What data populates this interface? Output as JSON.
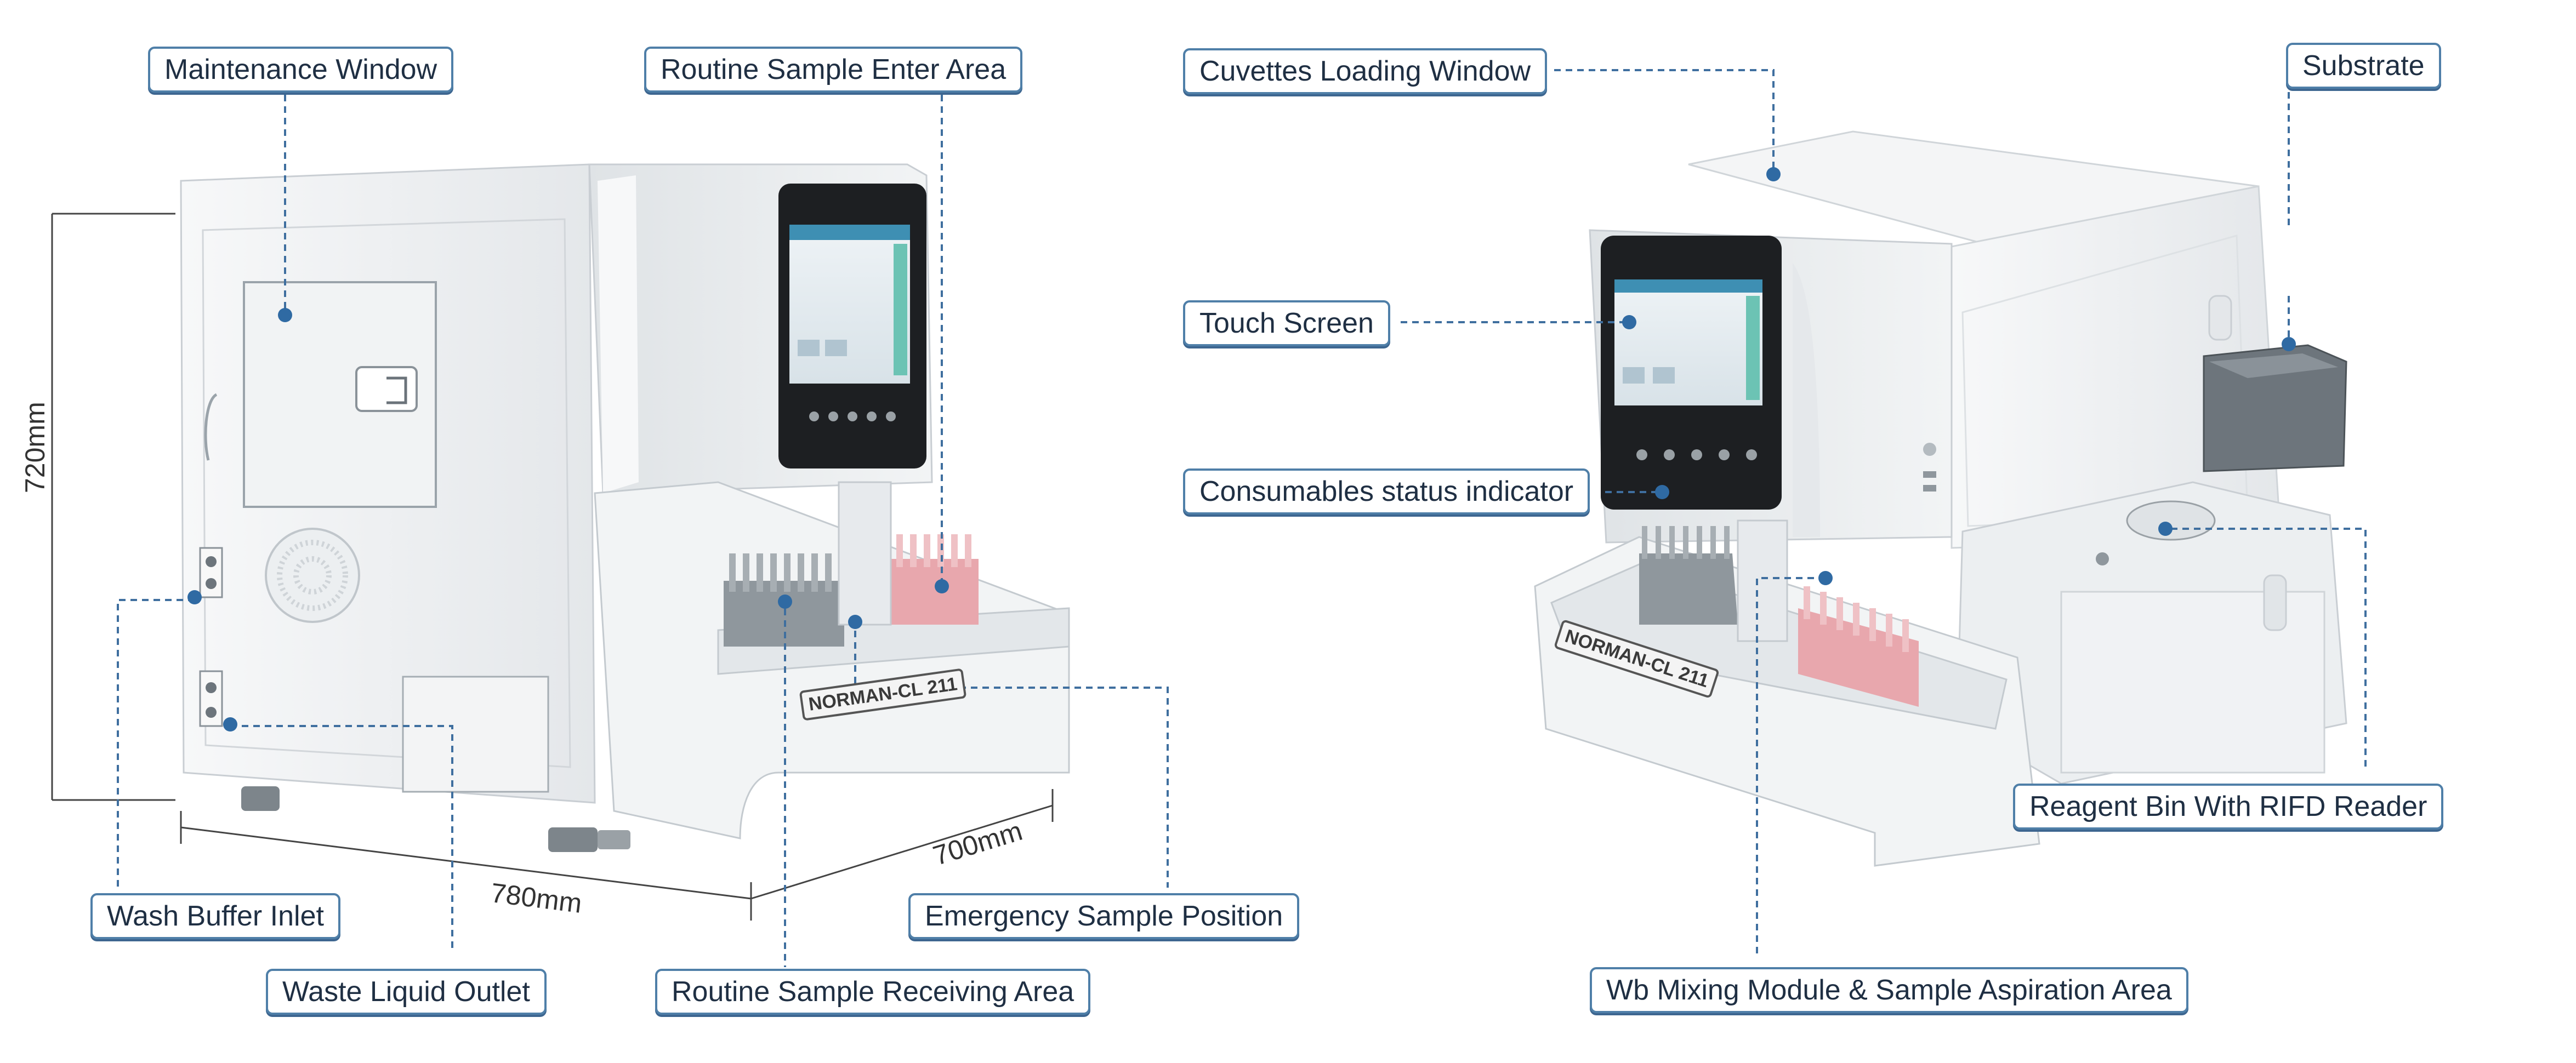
{
  "callouts": {
    "maintenance_window": "Maintenance Window",
    "routine_sample_enter_area": "Routine Sample Enter Area",
    "wash_buffer_inlet": "Wash Buffer Inlet",
    "waste_liquid_outlet": "Waste Liquid Outlet",
    "routine_sample_receiving_area": "Routine Sample Receiving Area",
    "emergency_sample_position": "Emergency Sample Position",
    "cuvettes_loading_window": "Cuvettes Loading Window",
    "substrate": "Substrate",
    "touch_screen": "Touch Screen",
    "consumables_status_indicator": "Consumables status indicator",
    "reagent_bin_with_rifd_reader": "Reagent Bin With RIFD Reader",
    "wb_mixing_module": "Wb Mixing Module & Sample Aspiration Area"
  },
  "dimensions": {
    "height": "720mm",
    "width": "780mm",
    "depth": "700mm"
  },
  "brand": {
    "model_label": "NORMAN-CL 211"
  },
  "colors": {
    "callout_border": "#4f7fa8",
    "leader_line": "#3f6f9f",
    "anchor_dot": "#2f6aa3",
    "device_body": "#eceff1",
    "screen": "#1d1f22",
    "pink_rack": "#e8a7ad"
  }
}
